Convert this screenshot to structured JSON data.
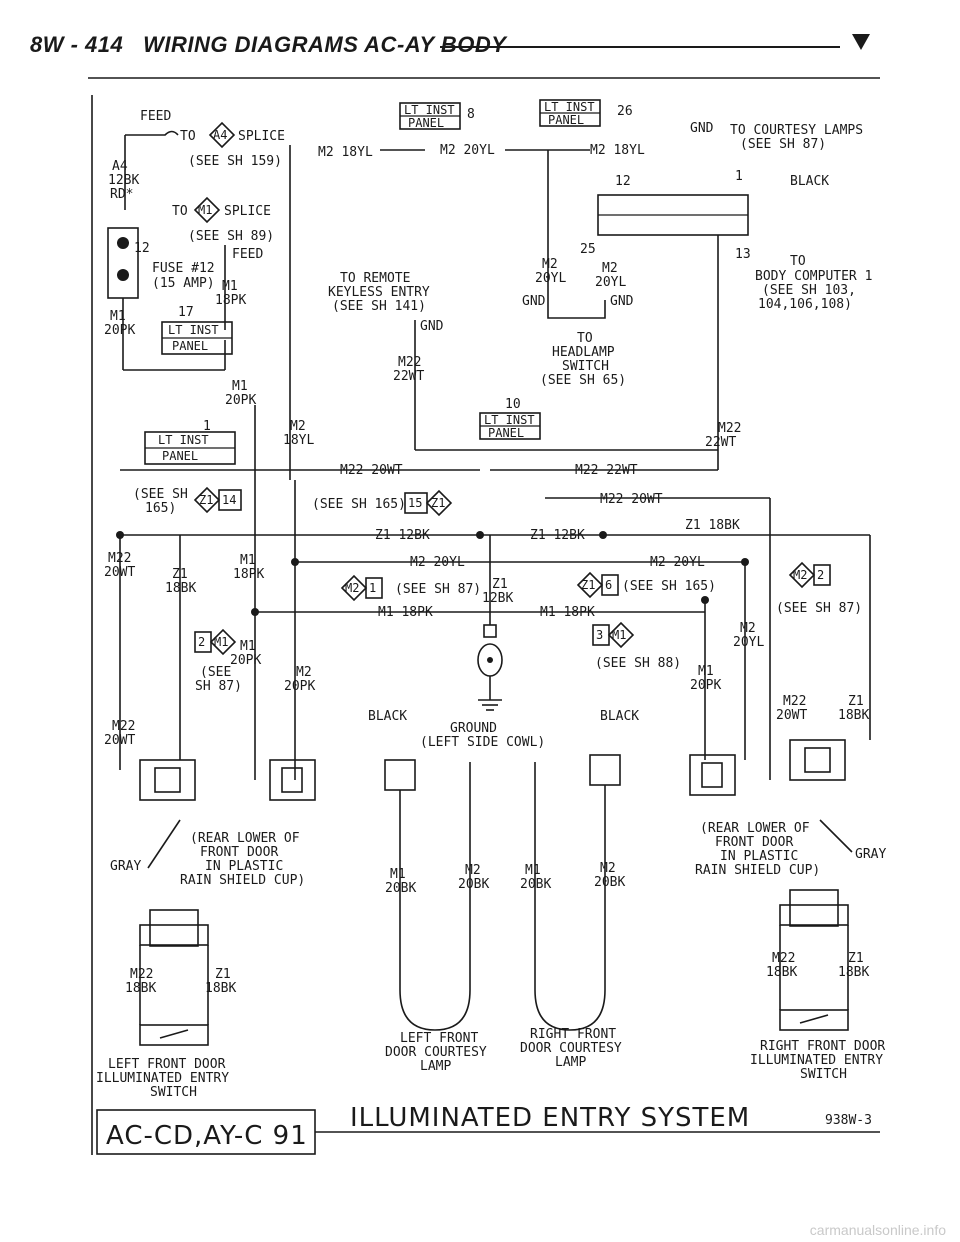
{
  "header": {
    "page": "8W - 414",
    "title": "WIRING DIAGRAMS AC-AY BODY"
  },
  "diagram": {
    "system_title": "ILLUMINATED ENTRY SYSTEM",
    "model_code": "AC-CD,AY-C 91",
    "figure_id": "938W-3",
    "labels": {
      "feed_top": "FEED",
      "to_a4_splice": "TO",
      "splice_a4": "SPLICE",
      "see_sh159": "(SEE SH 159)",
      "a4": "A4",
      "a4_gauge": "12BK",
      "a4_tracer": "RD*",
      "to_m1_splice": "TO",
      "splice_m1": "SPLICE",
      "see_sh89": "(SEE SH 89)",
      "feed_fuse": "FEED",
      "fuse": "FUSE #12",
      "fuse_amp": "(15 AMP)",
      "fuse_pin": "12",
      "m1_a": "M1",
      "m1_a_gauge": "18PK",
      "pin17": "17",
      "m1_b": "M1",
      "m1_b_gauge": "20PK",
      "lt_inst_panel": "LT INST PANEL",
      "lt_inst": "LT INST",
      "panel": "PANEL",
      "m1_c": "M1",
      "m1_c_gauge": "20PK",
      "pin1": "1",
      "m2_a": "M2",
      "m2_a_gauge": "18YL",
      "pin8": "8",
      "pin26": "26",
      "m2_18yl_top": "M2 18YL",
      "m2_20yl_top": "M2 20YL",
      "m2_18yl_right": "M2 18YL",
      "gnd_top": "GND",
      "to_courtesy": "TO COURTESY LAMPS",
      "see_sh87_top": "(SEE SH 87)",
      "pin12_conn": "12",
      "pin1_conn": "1",
      "black_conn": "BLACK",
      "pin25": "25",
      "pin13": "13",
      "to_body_computer": "TO",
      "body_computer": "BODY COMPUTER 1",
      "see_sh103": "(SEE SH 103,",
      "sh_list": "104,106,108)",
      "to_remote": "TO REMOTE",
      "keyless": "KEYLESS ENTRY",
      "see_sh141": "(SEE SH 141)",
      "m2_20yl_l": "M2",
      "m2_20yl_l_g": "20YL",
      "m2_20yl_r": "M2",
      "m2_20yl_r_g": "20YL",
      "gnd_l": "GND",
      "gnd_r": "GND",
      "gnd_keyless": "GND",
      "to_headlamp": "TO",
      "headlamp": "HEADLAMP",
      "switch": "SWITCH",
      "see_sh65": "(SEE SH 65)",
      "m22_a": "M22",
      "m22_a_gauge": "22WT",
      "pin10": "10",
      "m22_b": "M22",
      "m22_b_gauge": "22WT",
      "m22_20wt_line": "M22 20WT",
      "m22_22wt_line": "M22 22WT",
      "see_sh165_a": "(SEE SH",
      "see_sh165_a2": "165)",
      "z1_14": "Z1",
      "pin14": "14",
      "see_sh165_b": "(SEE SH 165)",
      "pin15": "15",
      "z1_15": "Z1",
      "m22_20wt_r": "M22 20WT",
      "z1_12bk_a": "Z1 12BK",
      "z1_12bk_b": "Z1 12BK",
      "z1_18bk_r": "Z1 18BK",
      "m22_l": "M22",
      "m22_l_g": "20WT",
      "z1_l": "Z1",
      "z1_l_g": "18BK",
      "m1_d": "M1",
      "m1_d_g": "18PK",
      "m2_20yl_mid": "M2 20YL",
      "m2_20yl_mid_r": "M2 20YL",
      "m2_1": "M2",
      "pin1_m2": "1",
      "see_sh87_mid": "(SEE SH 87)",
      "z1_mid": "Z1",
      "z1_mid_g": "12BK",
      "z1_6": "Z1",
      "pin6": "6",
      "see_sh165_c": "(SEE SH 165)",
      "m2_2": "M2",
      "pin2_m2": "2",
      "see_sh87_r": "(SEE SH 87)",
      "m1_18pk_line": "M1 18PK",
      "m1_18pk_line_r": "M1 18PK",
      "m1_2": "M1",
      "pin2_m1": "2",
      "m1_e": "M1",
      "m1_e_g": "20PK",
      "see_sh87_l": "(SEE",
      "see_sh87_l2": "SH 87)",
      "m2_f": "M2",
      "m2_f_g": "20PK",
      "m1_3": "M1",
      "pin3_m1": "3",
      "see_sh88": "(SEE SH 88)",
      "m1_g": "M1",
      "m1_g_g": "20PK",
      "m2_g": "M2",
      "m2_g_g": "20YL",
      "m22_rr": "M22",
      "m22_rr_g": "20WT",
      "z1_rr": "Z1",
      "z1_rr_g": "18BK",
      "m22_ll": "M22",
      "m22_ll_g": "20WT",
      "black_l": "BLACK",
      "ground": "GROUND",
      "left_side_cowl": "(LEFT SIDE COWL)",
      "black_r": "BLACK",
      "rear_lower_l1": "(REAR LOWER OF",
      "rear_lower_l2": "FRONT DOOR",
      "rear_lower_l3": "IN PLASTIC",
      "rear_lower_l4": "RAIN SHIELD CUP)",
      "gray_l": "GRAY",
      "rear_lower_r1": "(REAR LOWER OF",
      "rear_lower_r2": "FRONT DOOR",
      "rear_lower_r3": "IN PLASTIC",
      "rear_lower_r4": "RAIN SHIELD CUP)",
      "gray_r": "GRAY",
      "m1_h": "M1",
      "m1_h_g": "20BK",
      "m2_h": "M2",
      "m2_h_g": "20BK",
      "m1_i": "M1",
      "m1_i_g": "20BK",
      "m2_i": "M2",
      "m2_i_g": "20BK",
      "m22_sw_l": "M22",
      "m22_sw_l_g": "18BK",
      "z1_sw_l": "Z1",
      "z1_sw_l_g": "18BK",
      "m22_sw_r": "M22",
      "m22_sw_r_g": "18BK",
      "z1_sw_r": "Z1",
      "z1_sw_r_g": "18BK",
      "lf_lamp1": "LEFT FRONT",
      "lf_lamp2": "DOOR COURTESY",
      "lf_lamp3": "LAMP",
      "rf_lamp1": "RIGHT FRONT",
      "rf_lamp2": "DOOR COURTESY",
      "rf_lamp3": "LAMP",
      "lf_sw1": "LEFT FRONT DOOR",
      "lf_sw2": "ILLUMINATED ENTRY",
      "lf_sw3": "SWITCH",
      "rf_sw1": "RIGHT FRONT DOOR",
      "rf_sw2": "ILLUMINATED ENTRY",
      "rf_sw3": "SWITCH",
      "splice_a4_id": "A4",
      "splice_m1_id": "M1"
    }
  },
  "footer": {
    "watermark": "carmanualsonline.info"
  }
}
